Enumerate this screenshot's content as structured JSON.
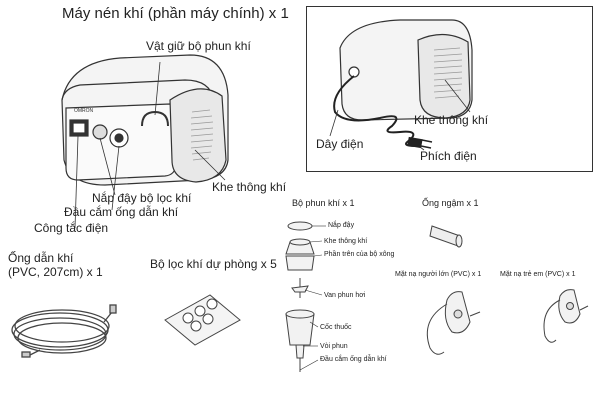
{
  "main_unit": {
    "title": "Máy nén khí (phần máy chính) x 1",
    "labels": {
      "holder": "Vật giữ bộ phun khí",
      "vent": "Khe thông khí",
      "filter_cover": "Nắp đậy bộ lọc khí",
      "tube_port": "Đầu cắm ống dẫn khí",
      "power_switch": "Công tắc điện"
    },
    "brand": "OMRON"
  },
  "back_view": {
    "cord": "Dây điện",
    "vent": "Khe thông khí",
    "plug": "Phích điện"
  },
  "accessories": {
    "tube": "Ống dẫn khí\n(PVC, 207cm) x 1",
    "tube_line1": "Ống dẫn khí",
    "tube_line2": "(PVC, 207cm) x 1",
    "filters": "Bộ lọc khí dự phòng x 5",
    "nebulizer_kit": {
      "title": "Bộ phun khí x 1",
      "parts": {
        "cap": "Nắp đậy",
        "vent": "Khe thông khí",
        "top": "Phần trên của bộ xông",
        "valve": "Van phun hơi",
        "cup": "Cốc thuốc",
        "nozzle": "Vòi phun",
        "connector": "Đầu cắm ống dẫn khí"
      }
    },
    "mouthpiece": "Ống ngậm x 1",
    "adult_mask": "Mặt nạ người lớn (PVC) x 1",
    "child_mask": "Mặt nạ trẻ em (PVC) x 1"
  }
}
